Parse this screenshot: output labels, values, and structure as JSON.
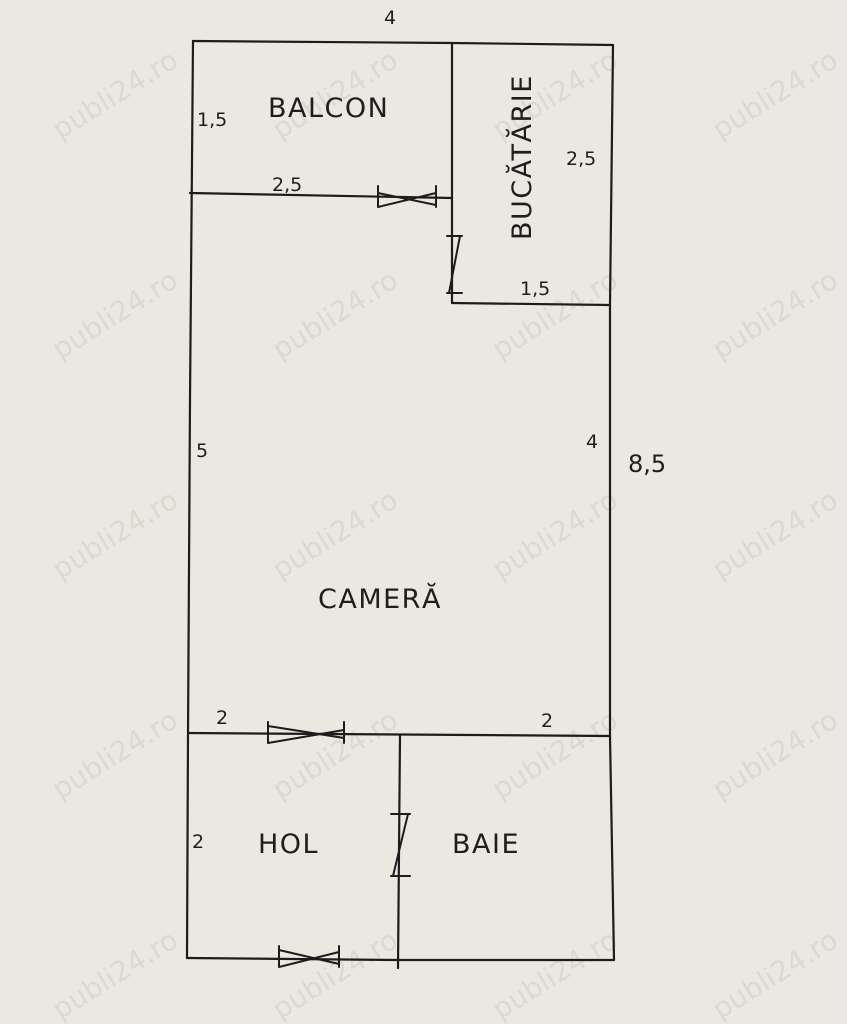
{
  "watermark": "publi24.ro",
  "rooms": {
    "balcon": "BALCON",
    "bucatarie": "BUCĂTĂRIE",
    "camera": "CAMERĂ",
    "hol": "HOL",
    "baie": "BAIE"
  },
  "dimensions": {
    "top_width": "4",
    "total_height": "8,5",
    "balcon_height": "1,5",
    "balcon_width": "2,5",
    "bucatarie_height": "2,5",
    "bucatarie_width": "1,5",
    "camera_height": "5",
    "camera_right": "4",
    "hol_width": "2",
    "baie_width": "2",
    "hol_height": "2"
  },
  "colors": {
    "paper": "#ebe8e1",
    "ink": "#1c1c1c",
    "watermark": "#d8d4cc"
  }
}
